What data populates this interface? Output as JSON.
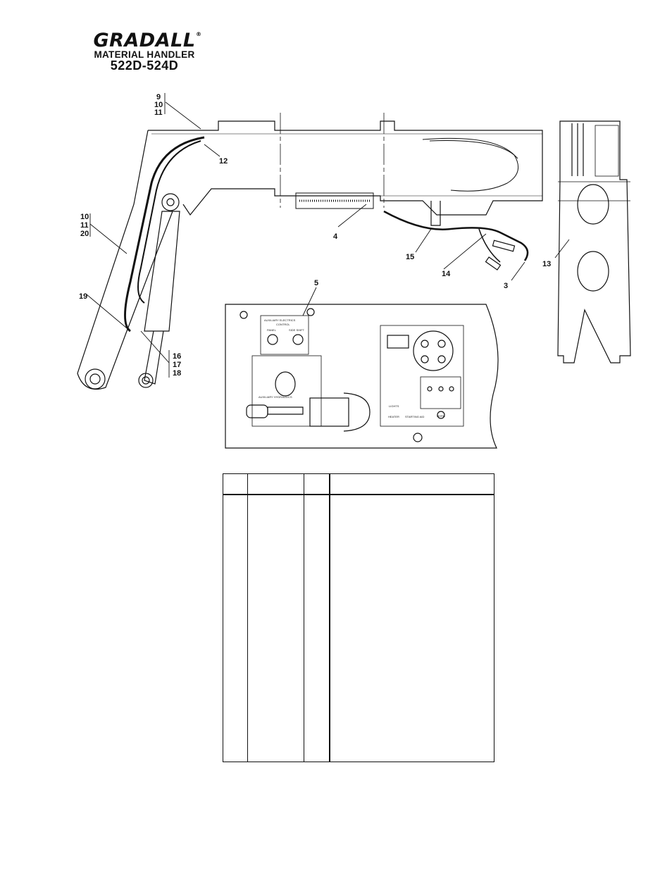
{
  "header": {
    "brand": "GRADALL",
    "registered": "®",
    "subtitle": "MATERIAL HANDLER",
    "model": "522D-524D"
  },
  "callouts": {
    "c9": "9",
    "c10a": "10",
    "c11a": "11",
    "c12": "12",
    "c10b": "10",
    "c11b": "11",
    "c20": "20",
    "c4": "4",
    "c15": "15",
    "c14": "14",
    "c3": "3",
    "c13": "13",
    "c5": "5",
    "c19": "19",
    "c16": "16",
    "c17": "17",
    "c18": "18"
  },
  "panel": {
    "aux_title_1": "AUXILIARY ELECTRICS",
    "aux_title_2": "CONTROL",
    "aux_left": "PANEL",
    "aux_right": "SIDE SHIFT",
    "aux_hyd": "AUXILIARY HYDRAULICS",
    "lights": "LIGHTS",
    "heater": "HEATER",
    "starting_aid": "STARTING AID",
    "horn": "HORN"
  },
  "parts_table": {
    "columns": [
      "",
      "",
      "",
      ""
    ],
    "rows": []
  }
}
